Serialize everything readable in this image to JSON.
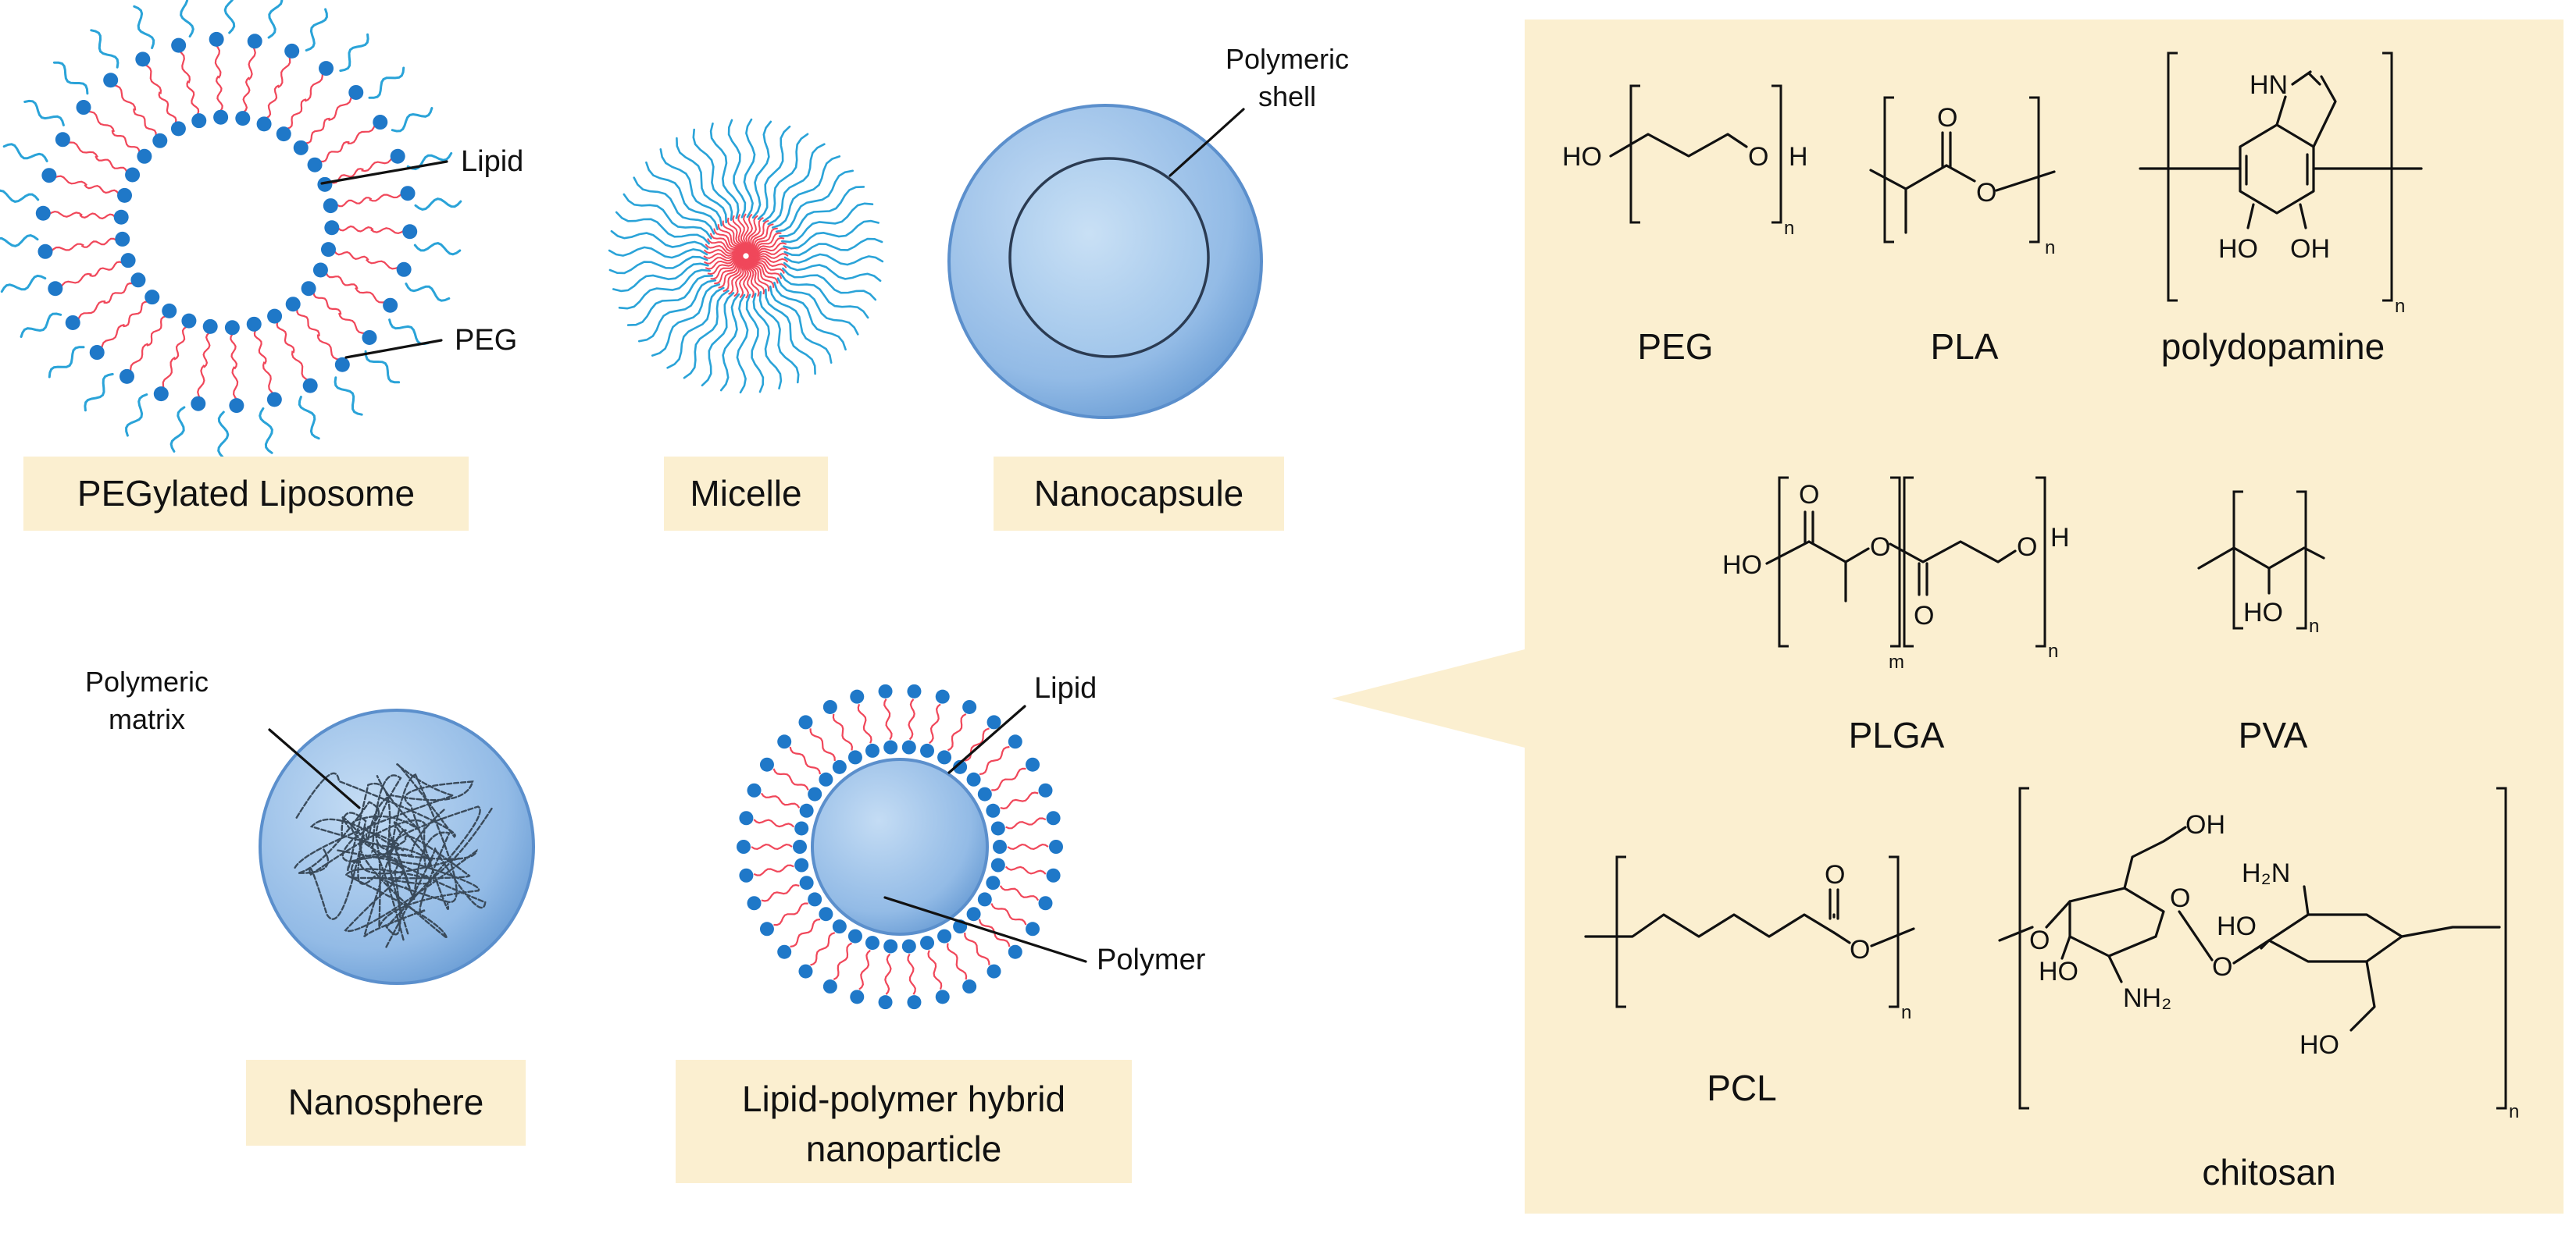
{
  "colors": {
    "panel": "#fbefd0",
    "label_box": "#fbefd0",
    "lipid_head": "#1f78c8",
    "lipid_tail": "#f0475a",
    "peg_chain": "#2aa3d8",
    "sphere_fill": "#9cc3ea",
    "sphere_edge": "#5b8fcc",
    "core_fill": "#bcd9f2",
    "matrix_line": "#3a4a5a"
  },
  "particles": {
    "liposome": {
      "name": "PEGylated Liposome",
      "label_lipid": "Lipid",
      "label_peg": "PEG"
    },
    "micelle": {
      "name": "Micelle"
    },
    "nanocapsule": {
      "name": "Nanocapsule",
      "label_shell_line1": "Polymeric",
      "label_shell_line2": "shell"
    },
    "nanosphere": {
      "name": "Nanosphere",
      "label_matrix_line1": "Polymeric",
      "label_matrix_line2": "matrix"
    },
    "hybrid": {
      "name_line1": "Lipid-polymer hybrid",
      "name_line2": "nanoparticle",
      "label_lipid": "Lipid",
      "label_polymer": "Polymer"
    }
  },
  "polymers": {
    "peg": {
      "name": "PEG",
      "atoms": {
        "ho": "HO",
        "o": "O",
        "h": "H",
        "n": "n"
      }
    },
    "pla": {
      "name": "PLA",
      "atoms": {
        "o_carbonyl": "O",
        "o_ester": "O",
        "n": "n"
      }
    },
    "polydopamine": {
      "name": "polydopamine",
      "atoms": {
        "hn": "HN",
        "ho": "HO",
        "oh": "OH",
        "n": "n"
      }
    },
    "plga": {
      "name": "PLGA",
      "atoms": {
        "o1": "O",
        "ho": "HO",
        "o2": "O",
        "o3": "O",
        "o4": "O",
        "h": "H",
        "m": "m",
        "n": "n"
      }
    },
    "pva": {
      "name": "PVA",
      "atoms": {
        "ho": "HO",
        "n": "n"
      }
    },
    "pcl": {
      "name": "PCL",
      "atoms": {
        "o_carbonyl": "O",
        "o_ester": "O",
        "n": "n"
      }
    },
    "chitosan": {
      "name": "chitosan",
      "atoms": {
        "oh": "OH",
        "h2n": "H₂N",
        "o_left": "O",
        "ho1": "HO",
        "o_ring": "O",
        "ho2": "HO",
        "nh2": "NH₂",
        "o_link": "O",
        "ho3": "HO",
        "n": "n"
      }
    }
  }
}
